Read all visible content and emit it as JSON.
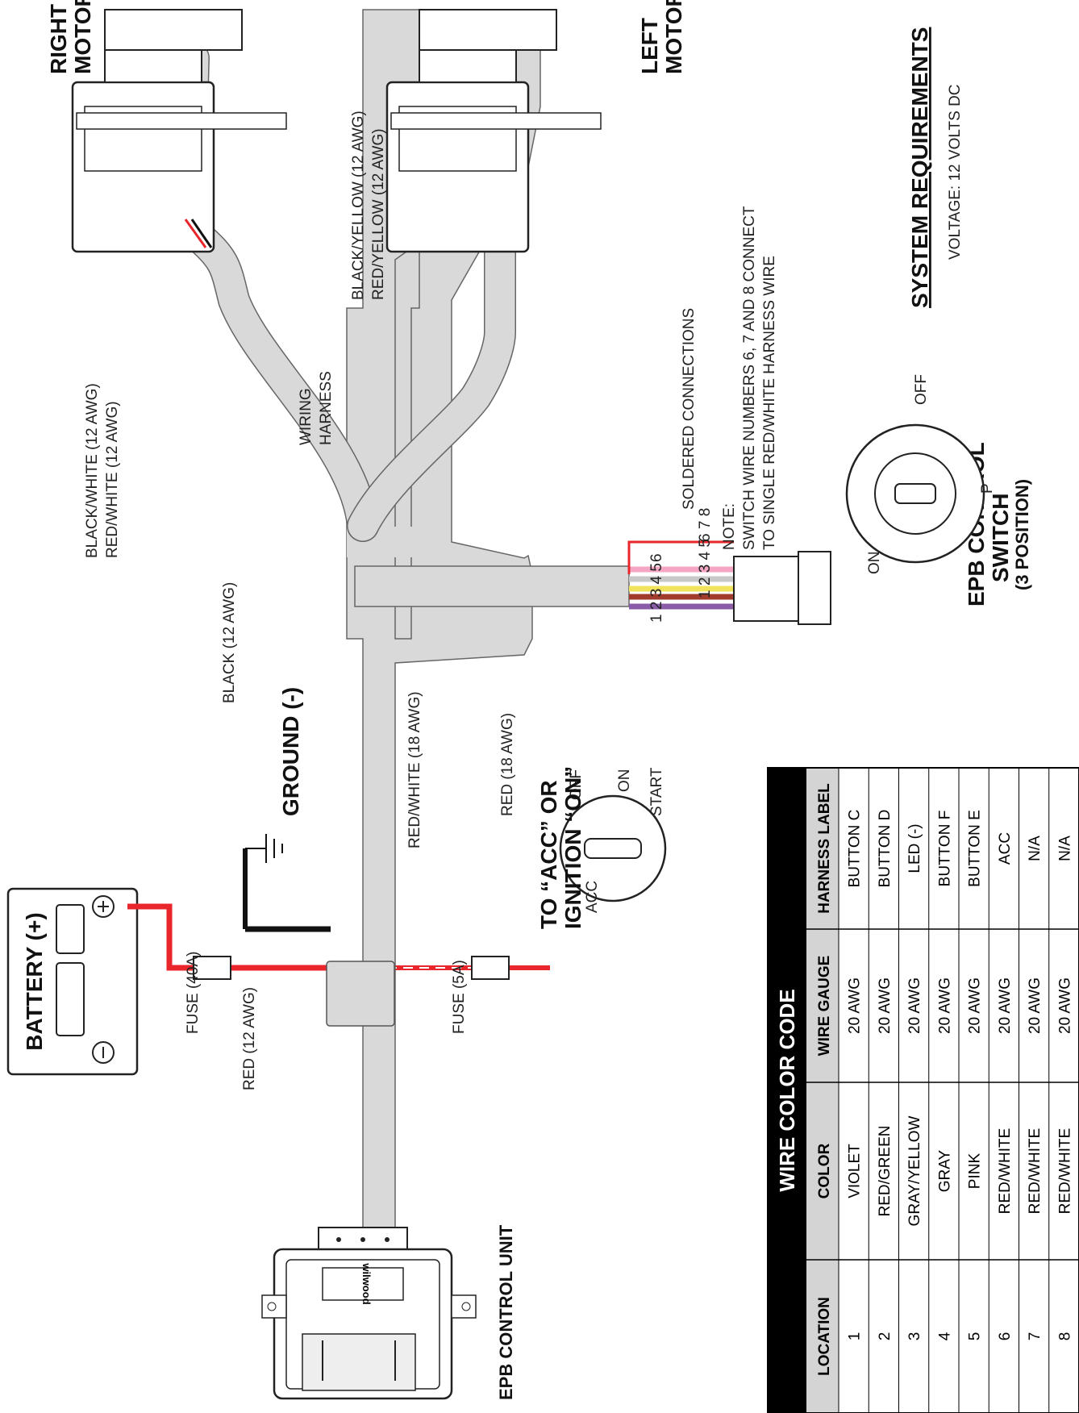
{
  "labels": {
    "battery": "BATTERY (+)",
    "ground": "GROUND (-)",
    "to_acc_line1": "TO “ACC” OR",
    "to_acc_line2": "IGNITION “ON”",
    "fuse_40a": "FUSE (40A)",
    "red_12awg": "RED (12 AWG)",
    "fuse_5a": "FUSE (5A)",
    "black_12awg": "BLACK (12 AWG)",
    "red_white_18awg": "RED/WHITE (18 AWG)",
    "red_18awg": "RED (18 AWG)",
    "epb_control_unit": "EPB CONTROL UNIT",
    "right_motor_1": "RIGHT",
    "right_motor_2": "MOTOR",
    "left_motor_1": "LEFT",
    "left_motor_2": "MOTOR",
    "black_white_12awg": "BLACK/WHITE (12 AWG)",
    "red_white_12awg": "RED/WHITE (12 AWG)",
    "black_yellow_12awg": "BLACK/YELLOW (12 AWG)",
    "red_yellow_12awg": "RED/YELLOW (12 AWG)",
    "wiring_1": "WIRING",
    "wiring_2": "HARNESS",
    "soldered": "SOLDERED CONNECTIONS",
    "note_1": "NOTE:",
    "note_2": "SWITCH WIRE NUMBERS 6, 7 AND 8 CONNECT",
    "note_3": "TO SINGLE RED/WHITE HARNESS WIRE",
    "switch_1": "EPB CONTROL",
    "switch_2": "SWITCH",
    "switch_3": "(3 POSITION)",
    "sys_req_title": "SYSTEM REQUIREMENTS",
    "voltage": "VOLTAGE: 12 VOLTS DC",
    "harness_nums": "1 2 3 4 5",
    "harness_six": "6",
    "switch_nums": "1 2 3 4 5",
    "switch_678": "6 7 8",
    "logo": "wilwood",
    "ign_off": "OFF",
    "ign_on": "ON",
    "ign_start": "START",
    "ign_acc": "ACC",
    "sw_off": "OFF",
    "sw_p": "P",
    "sw_on": "ON"
  },
  "colors": {
    "harness": "#d9d9d9",
    "red": "#e8262b",
    "black": "#111111",
    "violet": "#8a5ca8",
    "pink": "#f4a6c4",
    "gray": "#c8c8c8",
    "yellow": "#f1e35c",
    "green": "#6b8e3a"
  },
  "table": {
    "title": "WIRE COLOR CODE",
    "headers": [
      "LOCATION",
      "COLOR",
      "WIRE GAUGE",
      "HARNESS LABEL"
    ],
    "rows": [
      [
        "1",
        "VIOLET",
        "20 AWG",
        "BUTTON C"
      ],
      [
        "2",
        "RED/GREEN",
        "20 AWG",
        "BUTTON D"
      ],
      [
        "3",
        "GRAY/YELLOW",
        "20 AWG",
        "LED (-)"
      ],
      [
        "4",
        "GRAY",
        "20 AWG",
        "BUTTON F"
      ],
      [
        "5",
        "PINK",
        "20 AWG",
        "BUTTON E"
      ],
      [
        "6",
        "RED/WHITE",
        "20 AWG",
        "ACC"
      ],
      [
        "7",
        "RED/WHITE",
        "20 AWG",
        "N/A"
      ],
      [
        "8",
        "RED/WHITE",
        "20 AWG",
        "N/A"
      ]
    ]
  }
}
